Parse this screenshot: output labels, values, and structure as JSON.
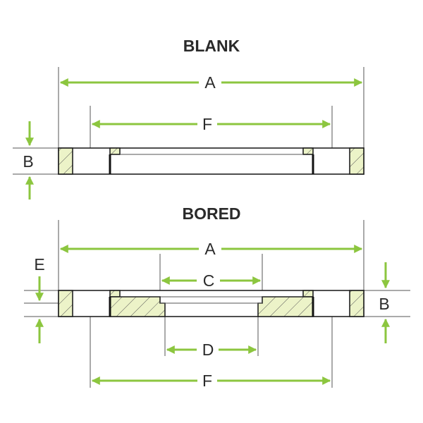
{
  "blank": {
    "title": "BLANK",
    "labels": {
      "a": "A",
      "f": "F",
      "b": "B"
    }
  },
  "bored": {
    "title": "BORED",
    "labels": {
      "a": "A",
      "c": "C",
      "d": "D",
      "f": "F",
      "b": "B",
      "e": "E"
    }
  },
  "colors": {
    "dimension_arrow": "#8cc63f",
    "section_fill": "#ecf3c8",
    "hatch": "#555555",
    "outline": "#222222"
  }
}
